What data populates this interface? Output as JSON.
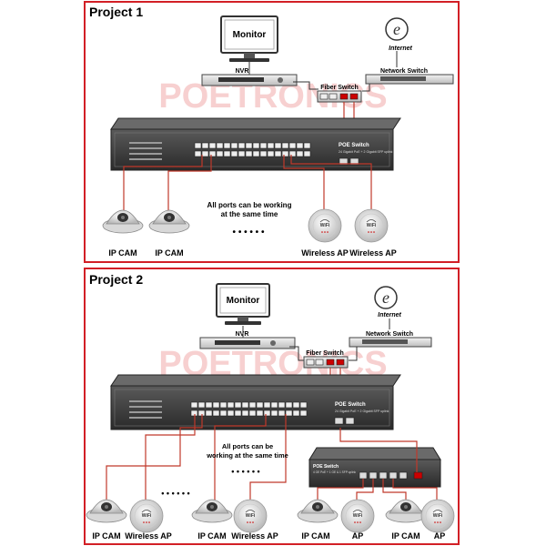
{
  "projects": [
    {
      "title": "Project 1",
      "monitor": "Monitor",
      "nvr": "NVR",
      "internet": "Internet",
      "network_switch": "Network Switch",
      "fiber_switch": "Fiber Switch",
      "poe_switch": "POE Switch",
      "poe_switch_sub": "24 Gigabit PoE + 2 Gigabit SFP uplink",
      "note_line1": "All ports can be working",
      "note_line2": "at the same time",
      "dots": "• • • • • •",
      "cam_labels": [
        "IP CAM",
        "IP CAM"
      ],
      "ap_labels": [
        "Wireless AP",
        "Wireless AP"
      ]
    },
    {
      "title": "Project 2",
      "monitor": "Monitor",
      "nvr": "NVR",
      "internet": "Internet",
      "network_switch": "Network Switch",
      "fiber_switch": "Fiber Switch",
      "poe_switch": "POE Switch",
      "poe_switch_sub": "24 Gigabit PoE + 2 Gigabit SFP uplink",
      "small_switch": "POE Switch",
      "small_switch_sub": "4 GE PoE + 1 GE & 1 SFP uplink",
      "note_line1": "All ports can be",
      "note_line2": "working at the same time",
      "dots_a": "• • • • • •",
      "dots_b": "• • • • • •",
      "device_labels": [
        "IP CAM",
        "Wireless AP",
        "IP CAM",
        "Wireless AP",
        "IP CAM",
        "AP",
        "IP CAM",
        "AP"
      ]
    }
  ],
  "watermark": "POETRONICS",
  "colors": {
    "frame": "#d21f26",
    "cable": "#c0392b",
    "watermark": "#f6c9c9",
    "switch_body": "#3c3c3c"
  }
}
